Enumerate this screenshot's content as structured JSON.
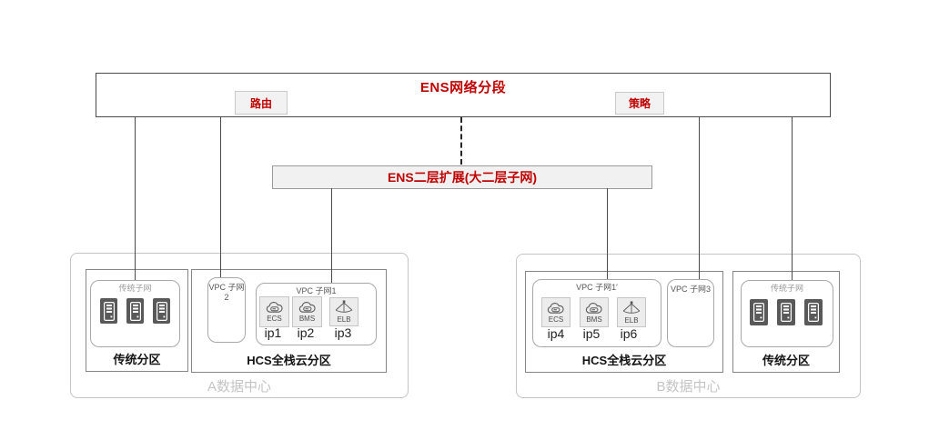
{
  "ens_segment": {
    "title": "ENS网络分段",
    "route_label": "路由",
    "policy_label": "策略"
  },
  "ens_l2_extension": {
    "title": "ENS二层扩展(大二层子网)"
  },
  "datacenter_a": {
    "label": "A数据中心",
    "traditional_partition": {
      "label": "传统分区",
      "subnet_label": "传统子网",
      "server_count": 3
    },
    "hcs_partition": {
      "label": "HCS全栈云分区",
      "vpc_subnet_2": {
        "label": "VPC 子网2"
      },
      "vpc_subnet_1": {
        "label": "VPC 子网1",
        "nodes": [
          {
            "type": "ECS",
            "icon": "cloud-server-icon",
            "ip": "ip1"
          },
          {
            "type": "BMS",
            "icon": "cloud-server-icon",
            "ip": "ip2"
          },
          {
            "type": "ELB",
            "icon": "load-balancer-icon",
            "ip": "ip3"
          }
        ]
      }
    }
  },
  "datacenter_b": {
    "label": "B数据中心",
    "hcs_partition": {
      "label": "HCS全栈云分区",
      "vpc_subnet_1_prime": {
        "label": "VPC 子网1′",
        "nodes": [
          {
            "type": "ECS",
            "icon": "cloud-server-icon",
            "ip": "ip4"
          },
          {
            "type": "BMS",
            "icon": "cloud-server-icon",
            "ip": "ip5"
          },
          {
            "type": "ELB",
            "icon": "load-balancer-icon",
            "ip": "ip6"
          }
        ]
      },
      "vpc_subnet_3": {
        "label": "VPC 子网3"
      }
    },
    "traditional_partition": {
      "label": "传统分区",
      "subnet_label": "传统子网",
      "server_count": 3
    }
  },
  "colors": {
    "accent_red": "#c00000",
    "server_fill": "#595959",
    "dim_label": "#c4c4c4",
    "line": "#4a4a4a"
  }
}
